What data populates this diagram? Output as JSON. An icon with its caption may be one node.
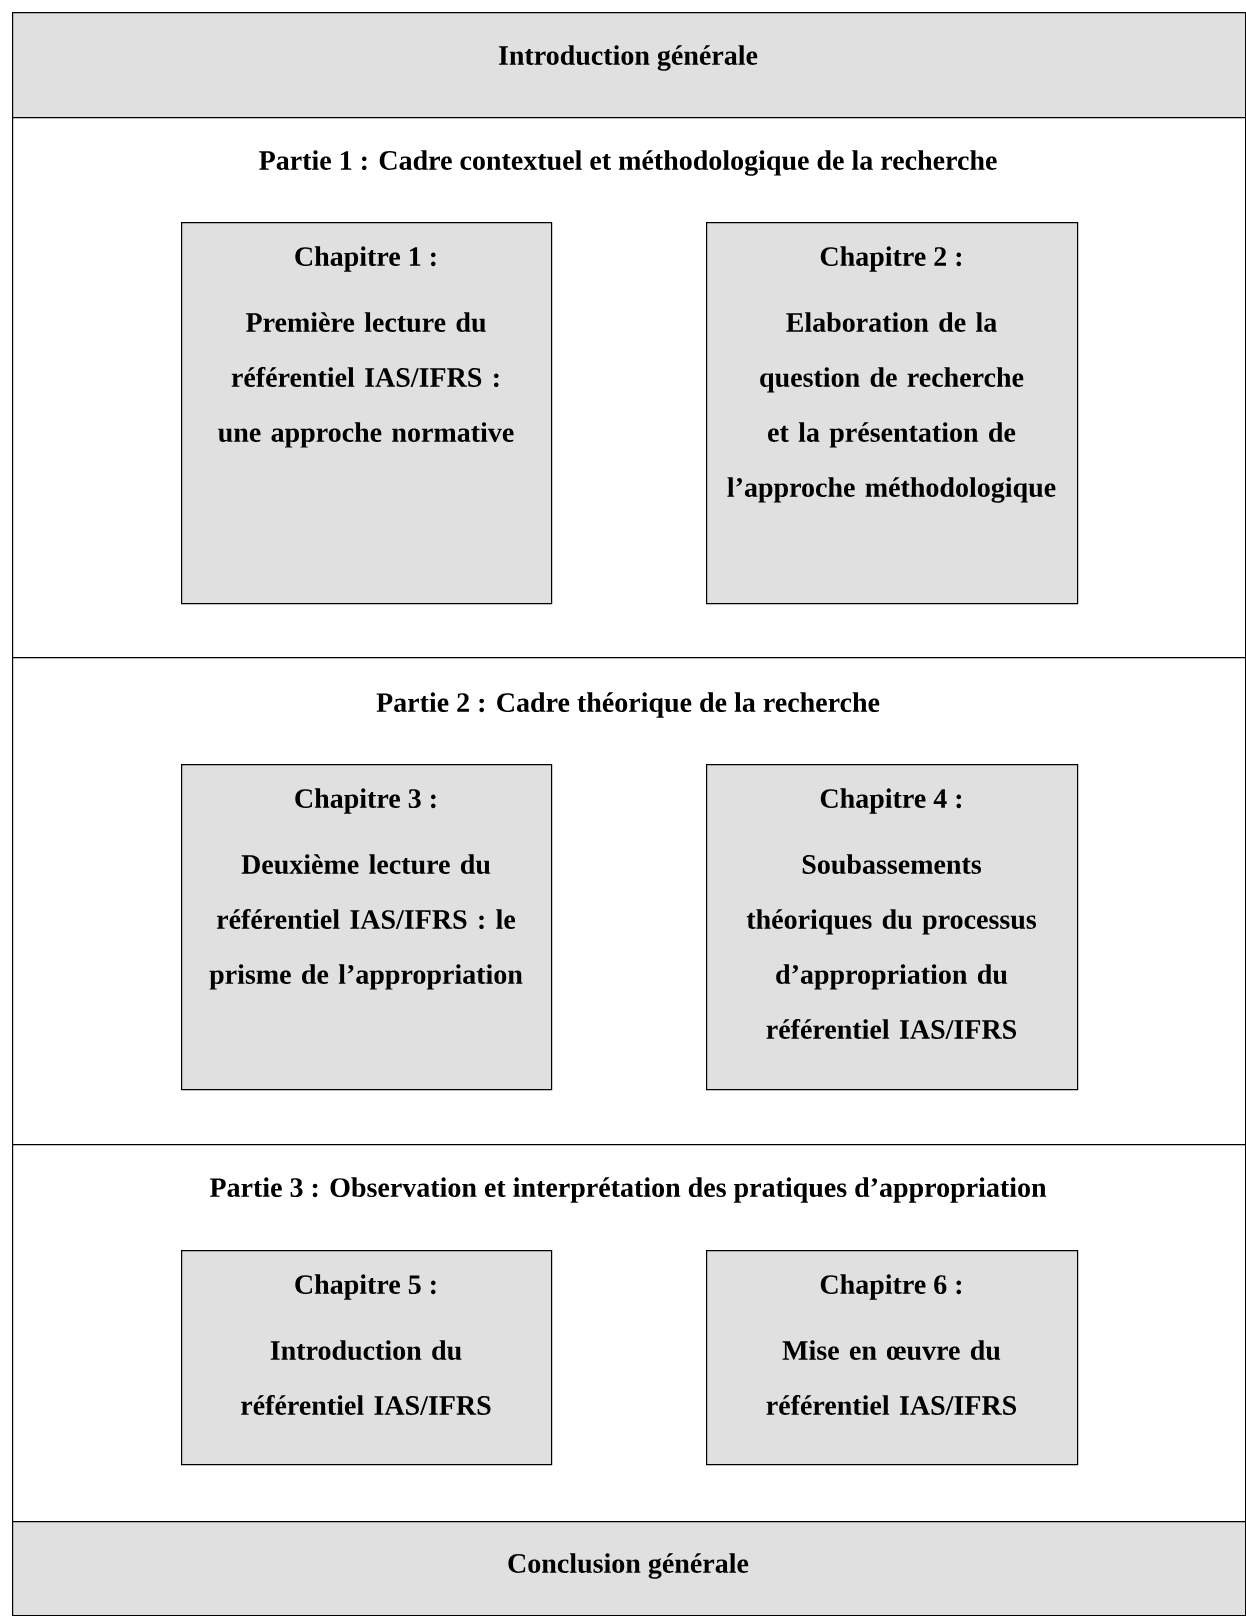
{
  "diagram": {
    "nodes": [
      {
        "text": [
          "Introduction générale"
        ]
      },
      {
        "text": [
          "Partie 1 : Cadre contextuel et méthodologique de la recherche"
        ]
      },
      {
        "text": [
          "Chapitre 1 :",
          "Première lecture du référentiel IAS/IFRS : une approche normative"
        ],
        "in": 1
      },
      {
        "text": [
          "Chapitre 2 :",
          "Elaboration de la question de recherche et la présentation de l’approche méthodologique"
        ],
        "in": 1
      },
      {
        "text": [
          "Partie 2 : Cadre théorique de la recherche"
        ]
      },
      {
        "text": [
          "Chapitre 3 :",
          "Deuxième lecture du référentiel IAS/IFRS : le prisme de l’appropriation"
        ],
        "in": 4
      },
      {
        "text": [
          "Chapitre 4 :",
          "Soubassements théoriques du processus d’appropriation du référentiel IAS/IFRS"
        ],
        "in": 4
      },
      {
        "text": [
          "Partie 3 : Observation et interprétation des pratiques d’appropriation"
        ]
      },
      {
        "text": [
          "Chapitre 5 :",
          "Introduction du référentiel IAS/IFRS"
        ],
        "in": 7
      },
      {
        "text": [
          "Chapitre 6 :",
          "Mise en œuvre du référentiel IAS/IFRS"
        ],
        "in": 7
      },
      {
        "text": [
          "Conclusion générale"
        ]
      }
    ]
  }
}
